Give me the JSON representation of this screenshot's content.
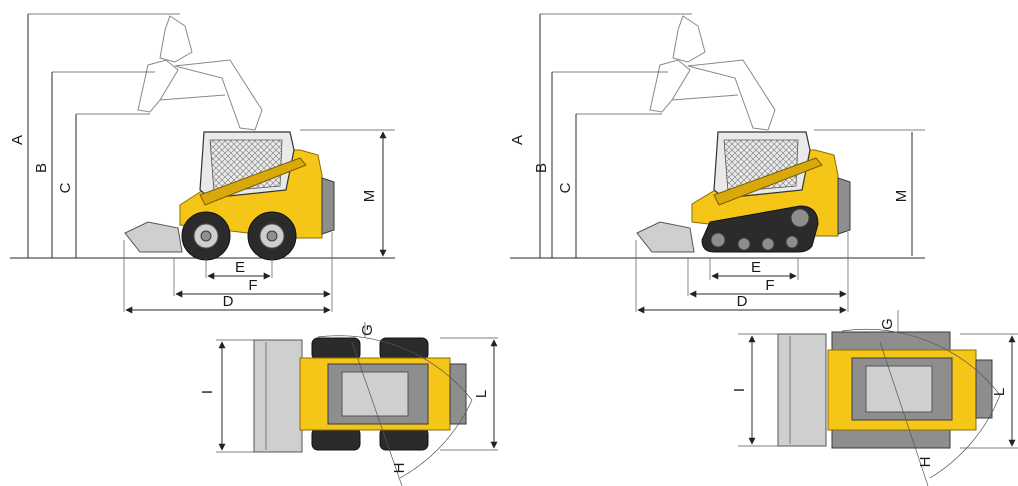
{
  "views": {
    "wheeled_side": {
      "labels": {
        "A": "A",
        "B": "B",
        "C": "C",
        "M": "M",
        "E": "E",
        "F": "F",
        "D": "D"
      }
    },
    "tracked_side": {
      "labels": {
        "A": "A",
        "B": "B",
        "C": "C",
        "M": "M",
        "E": "E",
        "F": "F",
        "D": "D"
      }
    },
    "wheeled_top": {
      "labels": {
        "G": "G",
        "H": "H",
        "I": "I",
        "L": "L"
      }
    },
    "tracked_top": {
      "labels": {
        "G": "G",
        "H": "H",
        "I": "I",
        "L": "L"
      }
    }
  },
  "colors": {
    "machine_yellow": "#f5c518",
    "tire_dark": "#2b2b2b",
    "bucket_grey": "#cfcfcf",
    "dimension_line": "#2a2a2a"
  }
}
